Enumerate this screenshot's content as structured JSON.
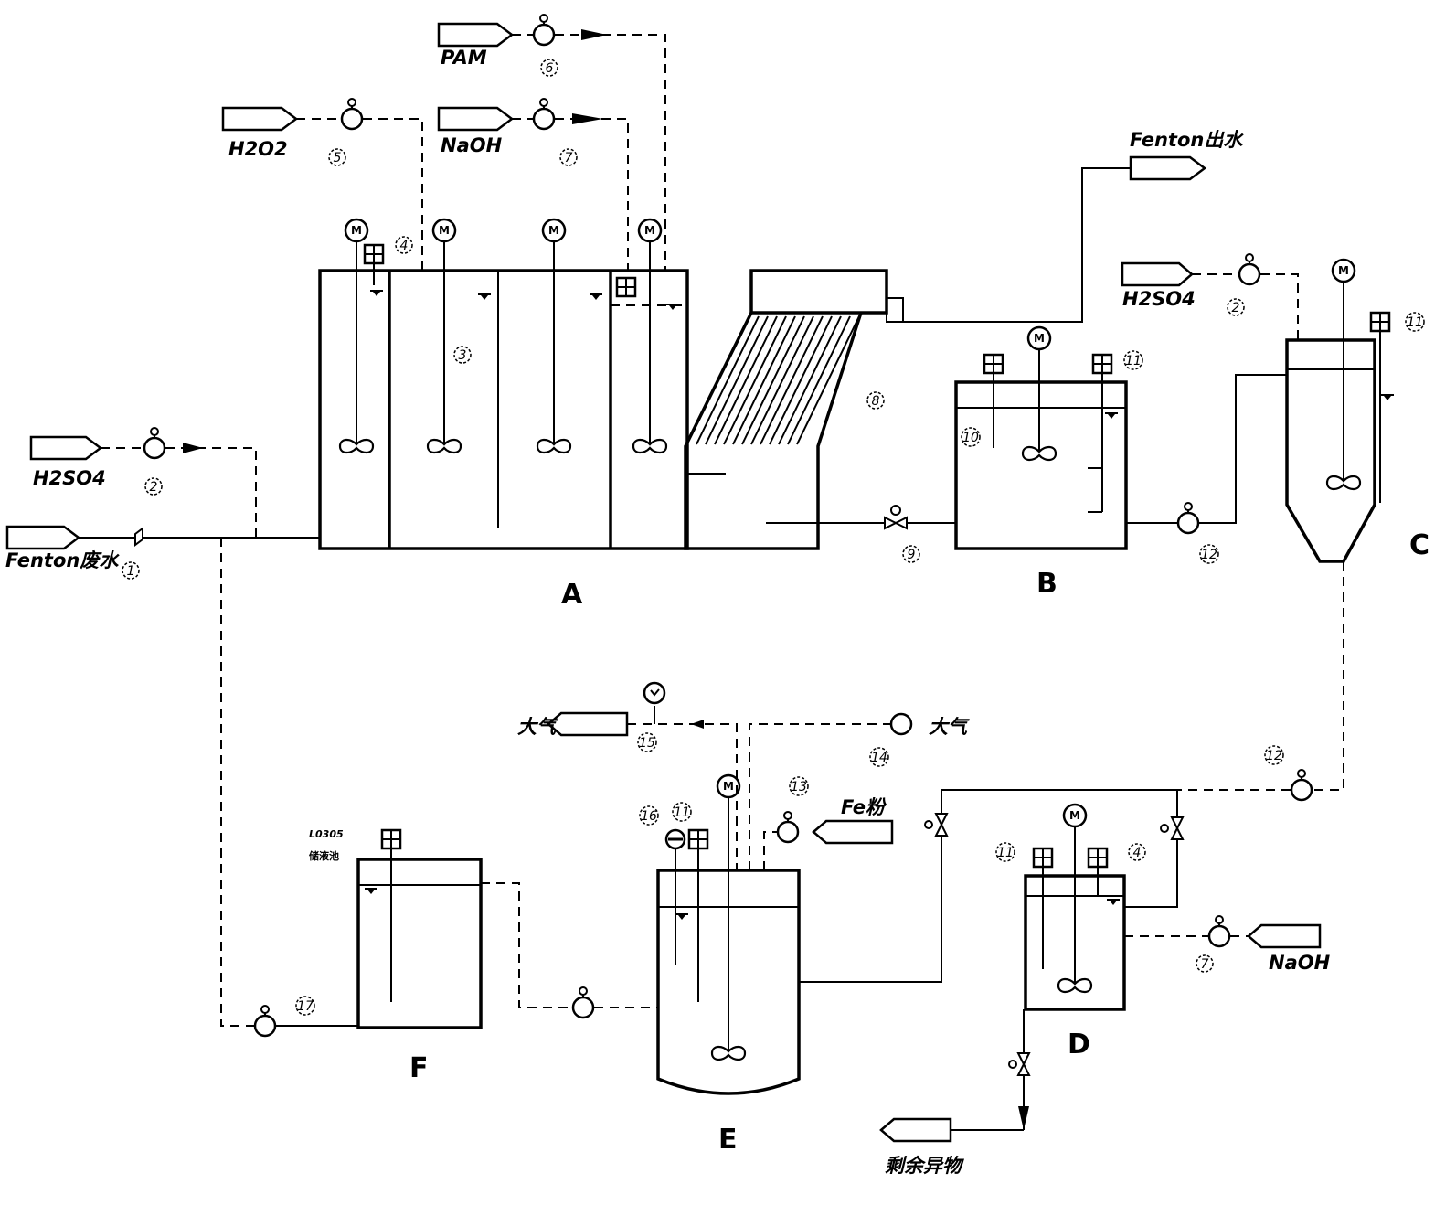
{
  "units": {
    "A": "A",
    "B": "B",
    "C": "C",
    "D": "D",
    "E": "E",
    "F": "F"
  },
  "streams": {
    "fenton_in": "Fenton废水",
    "fenton_out": "Fenton出水",
    "h2so4_a": "H2SO4",
    "h2o2": "H2O2",
    "pam": "PAM",
    "naoh_top": "NaOH",
    "h2so4_c": "H2SO4",
    "naoh_d": "NaOH",
    "fe_powder": "Fe粉",
    "atm_out": "大气",
    "atm_in": "大气",
    "residue_out": "剩余异物",
    "f_tank_label_1": "L0305",
    "f_tank_label_2": "储液池"
  },
  "tags": {
    "t1": "1",
    "t2a": "2",
    "t2c": "2",
    "t3": "3",
    "t4a": "4",
    "t4d": "4",
    "t5": "5",
    "t6": "6",
    "t7a": "7",
    "t7d": "7",
    "t8": "8",
    "t9": "9",
    "t10": "10",
    "t11b": "11",
    "t11c": "11",
    "t11d": "11",
    "t11e": "11",
    "t12c": "12",
    "t12d": "12",
    "t13": "13",
    "t14": "14",
    "t15": "15",
    "t16": "16",
    "t17": "17"
  },
  "symbols": {
    "motor": "M"
  }
}
